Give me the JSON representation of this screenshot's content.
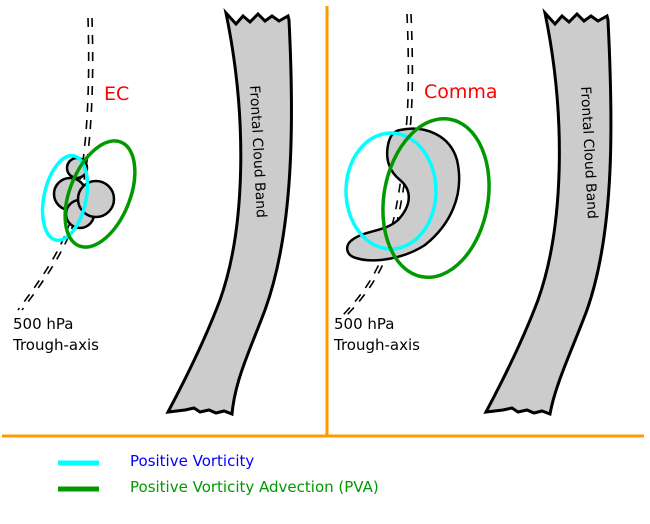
{
  "panels": [
    {
      "id": "left",
      "feature_label": "EC",
      "band_label": "Frontal Cloud Band",
      "trough_label_line1": "500 hPa",
      "trough_label_line2": "Trough-axis"
    },
    {
      "id": "right",
      "feature_label": "Comma",
      "band_label": "Frontal Cloud Band",
      "trough_label_line1": "500 hPa",
      "trough_label_line2": "Trough-axis"
    }
  ],
  "legend": [
    {
      "label": "Positive Vorticity",
      "line_color": "#00ffff",
      "text_color": "#0000ff"
    },
    {
      "label": "Positive Vorticity Advection (PVA)",
      "line_color": "#009900",
      "text_color": "#009900"
    }
  ],
  "colors": {
    "divider": "#ff9900",
    "cloud_fill": "#cccccc",
    "feature_label": "#ff0000",
    "positive_vorticity": "#00ffff",
    "pva": "#009900"
  }
}
